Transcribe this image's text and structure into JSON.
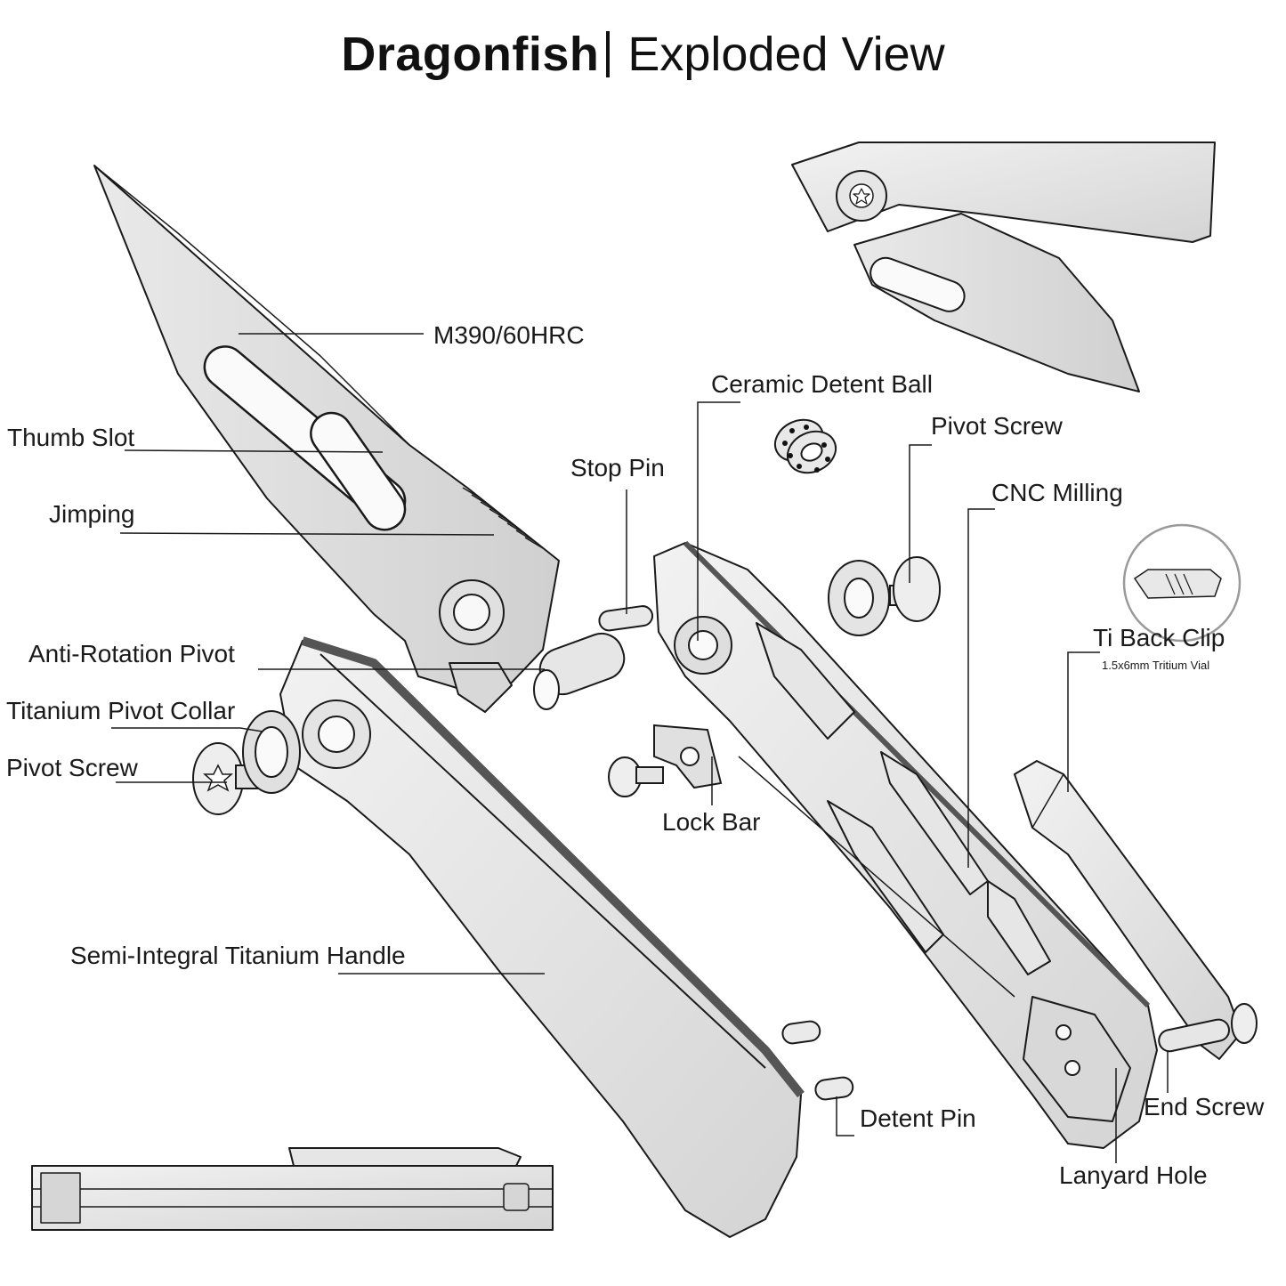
{
  "title": {
    "brand": "Dragonfish",
    "subtitle": "Exploded View"
  },
  "labels": {
    "blade_steel": "M390/60HRC",
    "thumb_slot": "Thumb Slot",
    "jimping": "Jimping",
    "anti_rotation_pivot": "Anti-Rotation Pivot",
    "titanium_pivot_collar": "Titanium Pivot Collar",
    "pivot_screw_left": "Pivot Screw",
    "semi_integral_handle": "Semi-Integral Titanium Handle",
    "ceramic_detent_ball": "Ceramic Detent Ball",
    "stop_pin": "Stop Pin",
    "pivot_screw_right": "Pivot Screw",
    "cnc_milling": "CNC Milling",
    "ti_back_clip": "Ti Back Clip",
    "tritium_vial": "1.5x6mm Tritium Vial",
    "lock_bar": "Lock Bar",
    "detent_pin": "Detent Pin",
    "end_screw": "End Screw",
    "lanyard_hole": "Lanyard Hole"
  },
  "colors": {
    "line": "#1a1a1a",
    "metal_light": "#e6e6e6",
    "metal_mid": "#c9c9c9",
    "metal_dark": "#8a8a8a"
  }
}
